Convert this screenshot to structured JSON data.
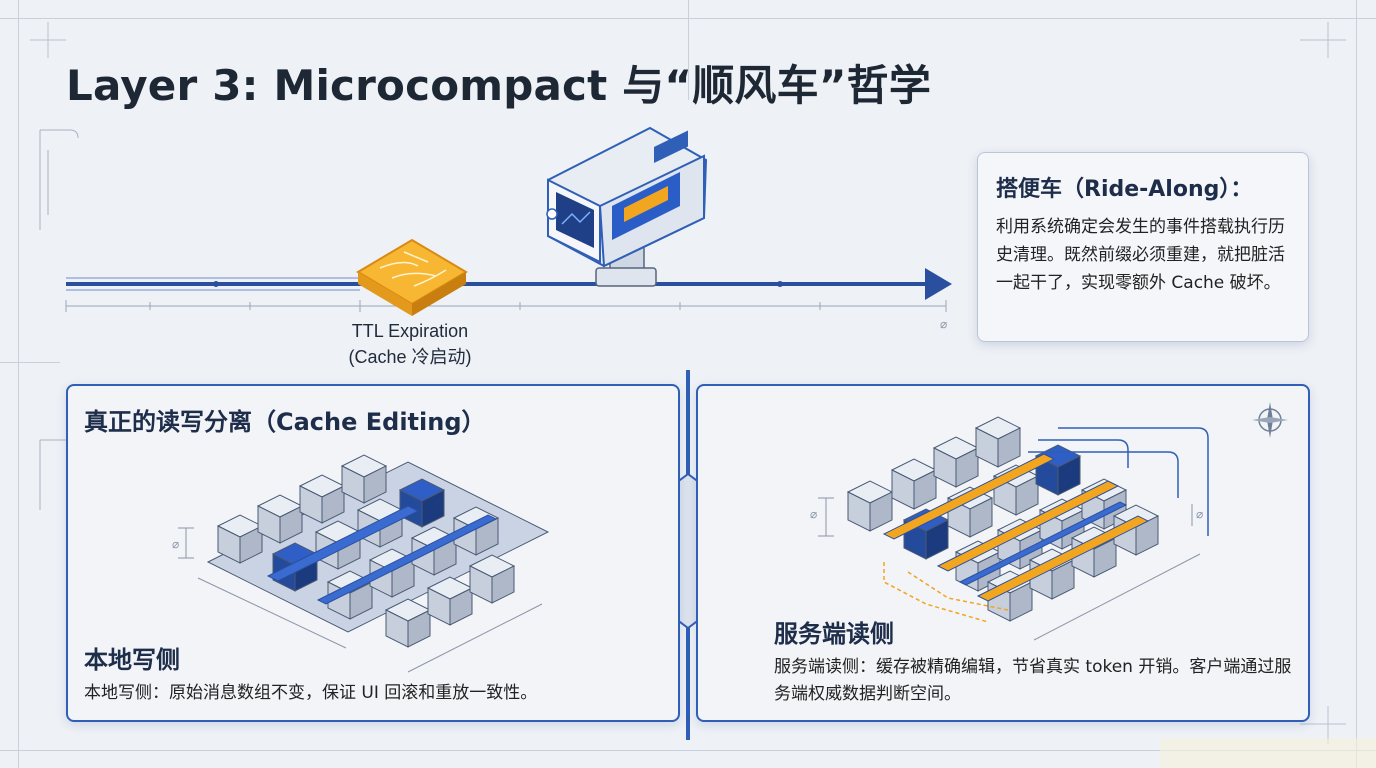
{
  "title": "Layer 3: Microcompact 与“顺风车”哲学",
  "callout": {
    "title": "搭便车（Ride-Along）：",
    "body": "利用系统确定会发生的事件搭载执行历史清理。既然前缀必须重建，就把脏活一起干了，实现零额外 Cache 破坏。"
  },
  "timeline": {
    "event_label": "TTL Expiration",
    "event_sublabel": "(Cache 冷启动)",
    "diameter_mark": "⌀"
  },
  "panel_left": {
    "title": "真正的读写分离（Cache Editing）",
    "side_title": "本地写侧",
    "side_desc": "本地写侧：原始消息数组不变，保证 UI 回滚和重放一致性。",
    "diameter_mark": "⌀"
  },
  "panel_right": {
    "side_title": "服务端读侧",
    "side_desc": "服务端读侧：缓存被精确编辑，节省真实 token 开销。客户端通过服务端权威数据判断空间。",
    "diameter_mark": "⌀"
  },
  "colors": {
    "accent_blue": "#2f5fb6",
    "dark_blue": "#2a4f9e",
    "orange": "#f2a51f",
    "panel_bg": "#f2f4f8",
    "page_bg": "#eef1f6"
  },
  "icons": [
    "camera-device-icon",
    "chip-icon",
    "compass-icon",
    "arrow-right-icon"
  ]
}
